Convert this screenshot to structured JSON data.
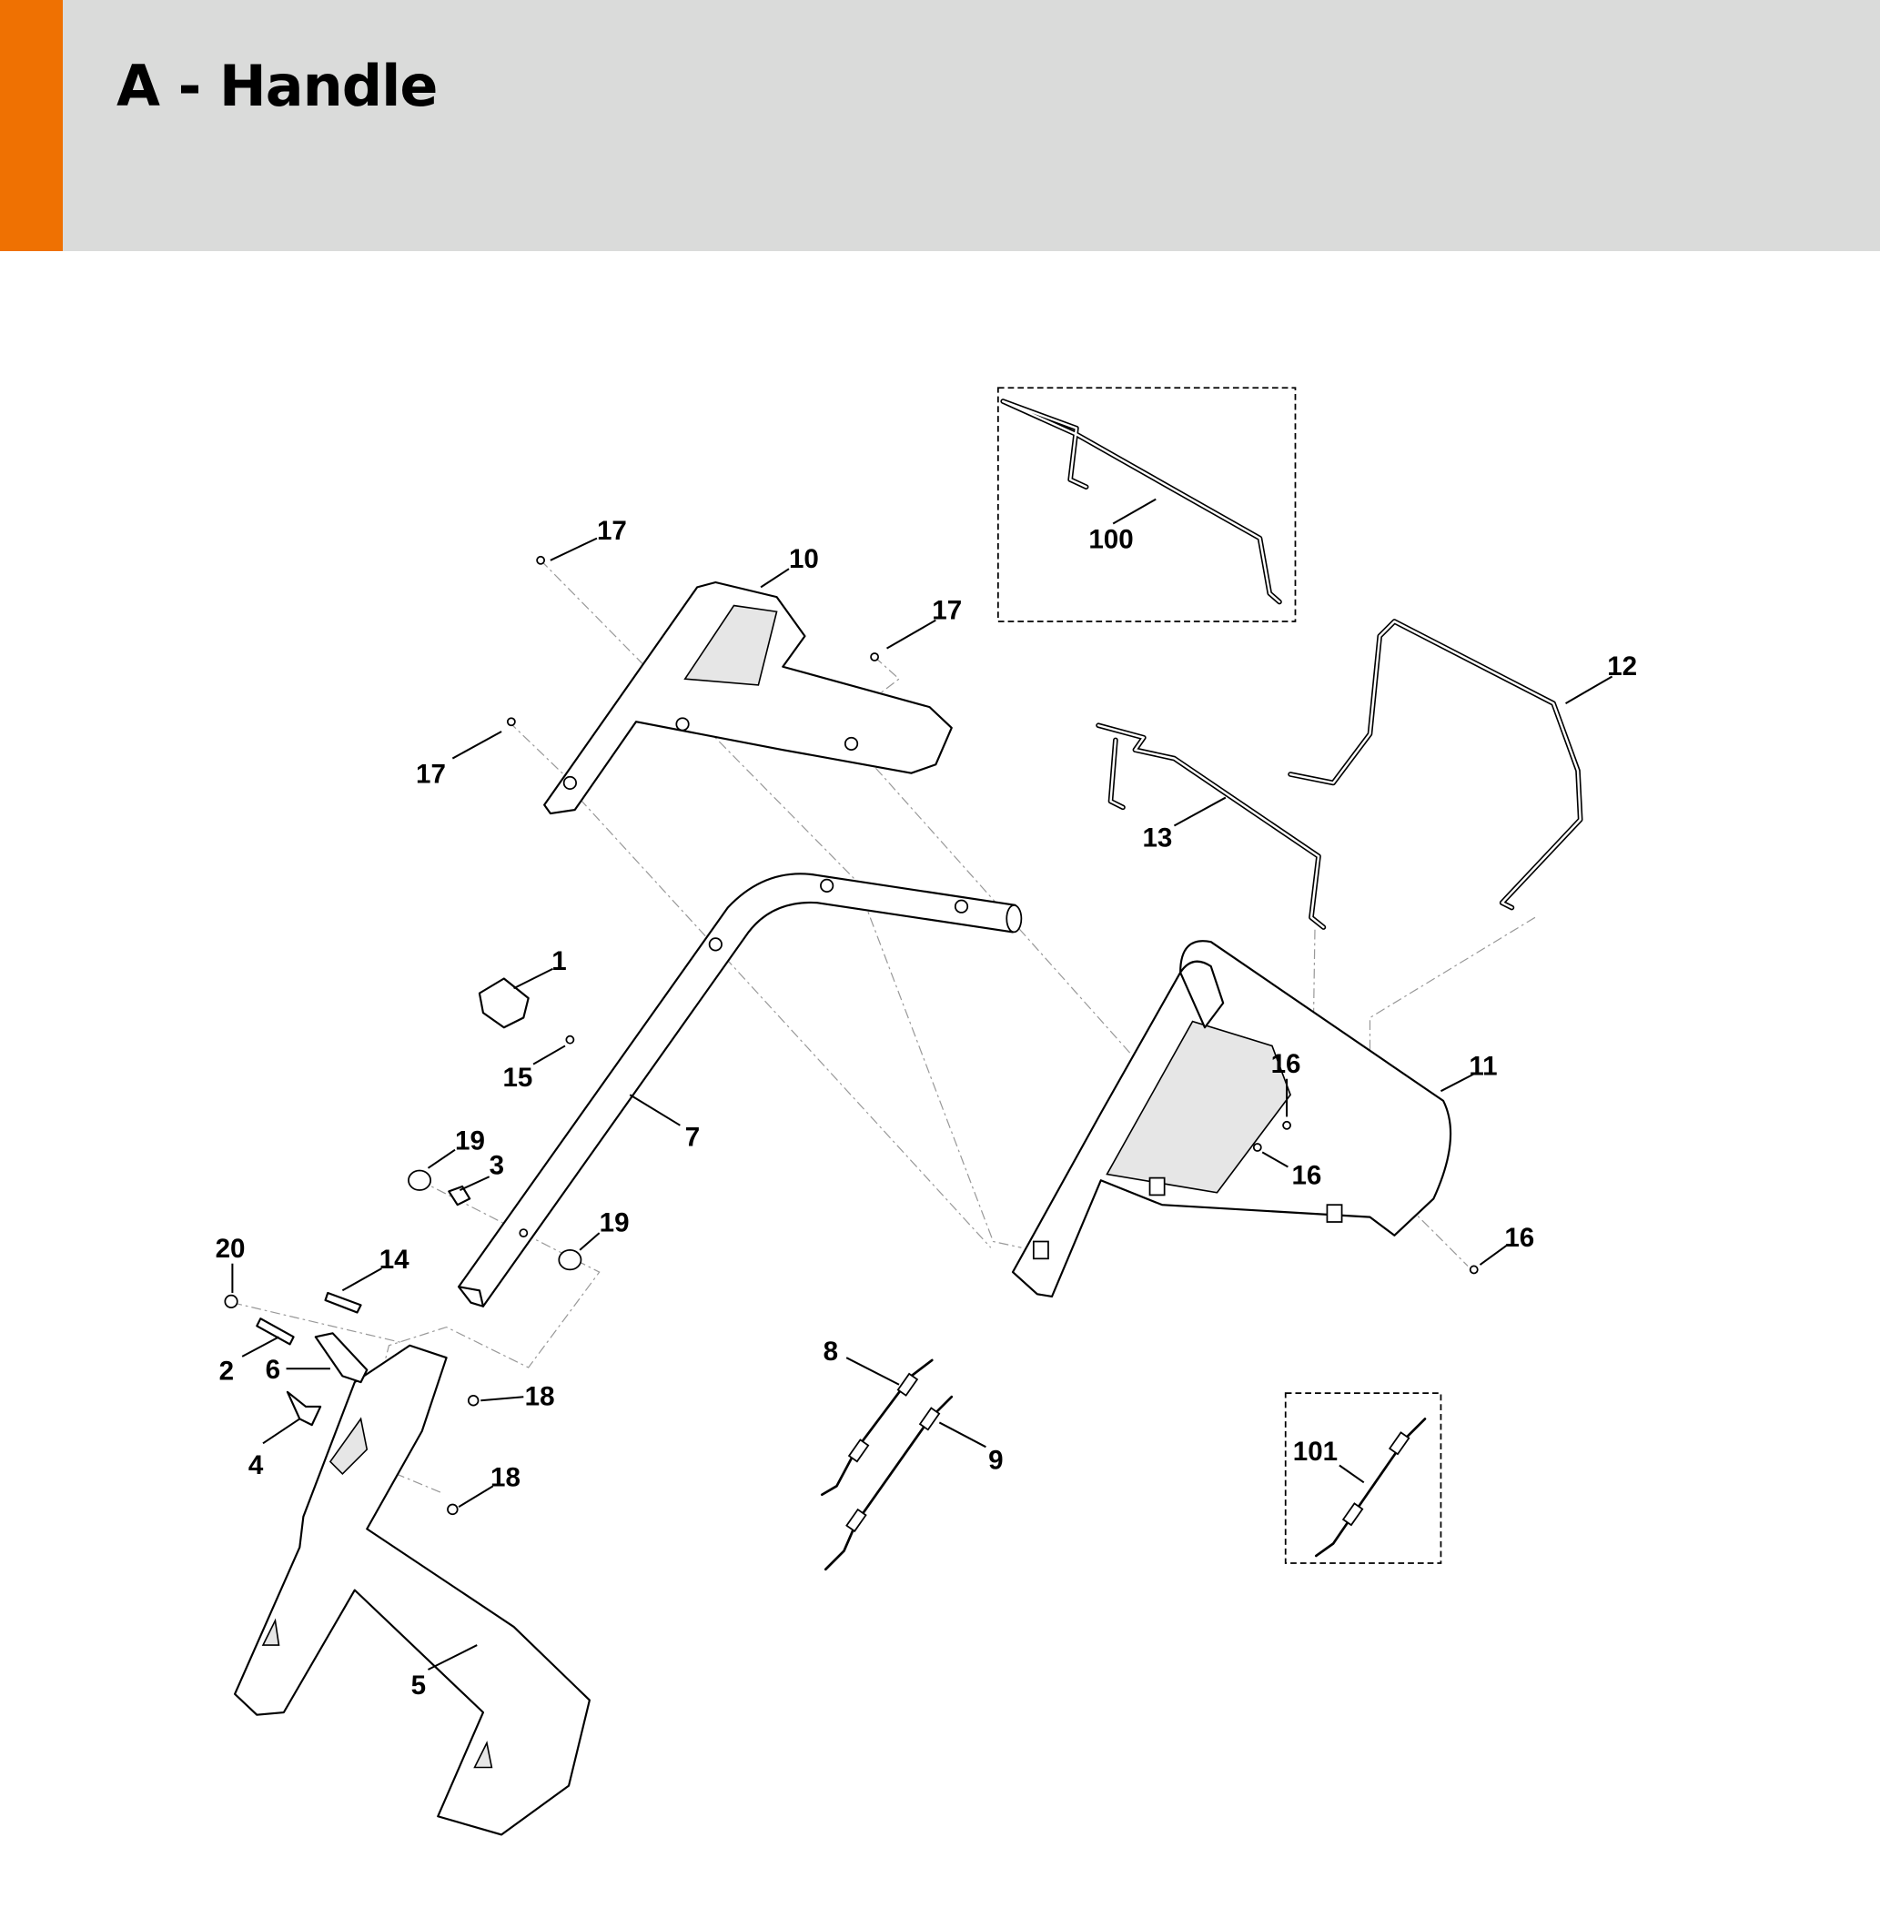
{
  "header": {
    "title": "A - Handle",
    "accent_color": "#ef7102",
    "background_color": "#dadbda"
  },
  "callouts": [
    "1",
    "2",
    "3",
    "4",
    "5",
    "6",
    "7",
    "8",
    "9",
    "10",
    "11",
    "12",
    "13",
    "14",
    "15",
    "16",
    "16",
    "16",
    "17",
    "17",
    "17",
    "18",
    "18",
    "19",
    "19",
    "20",
    "100",
    "101"
  ]
}
